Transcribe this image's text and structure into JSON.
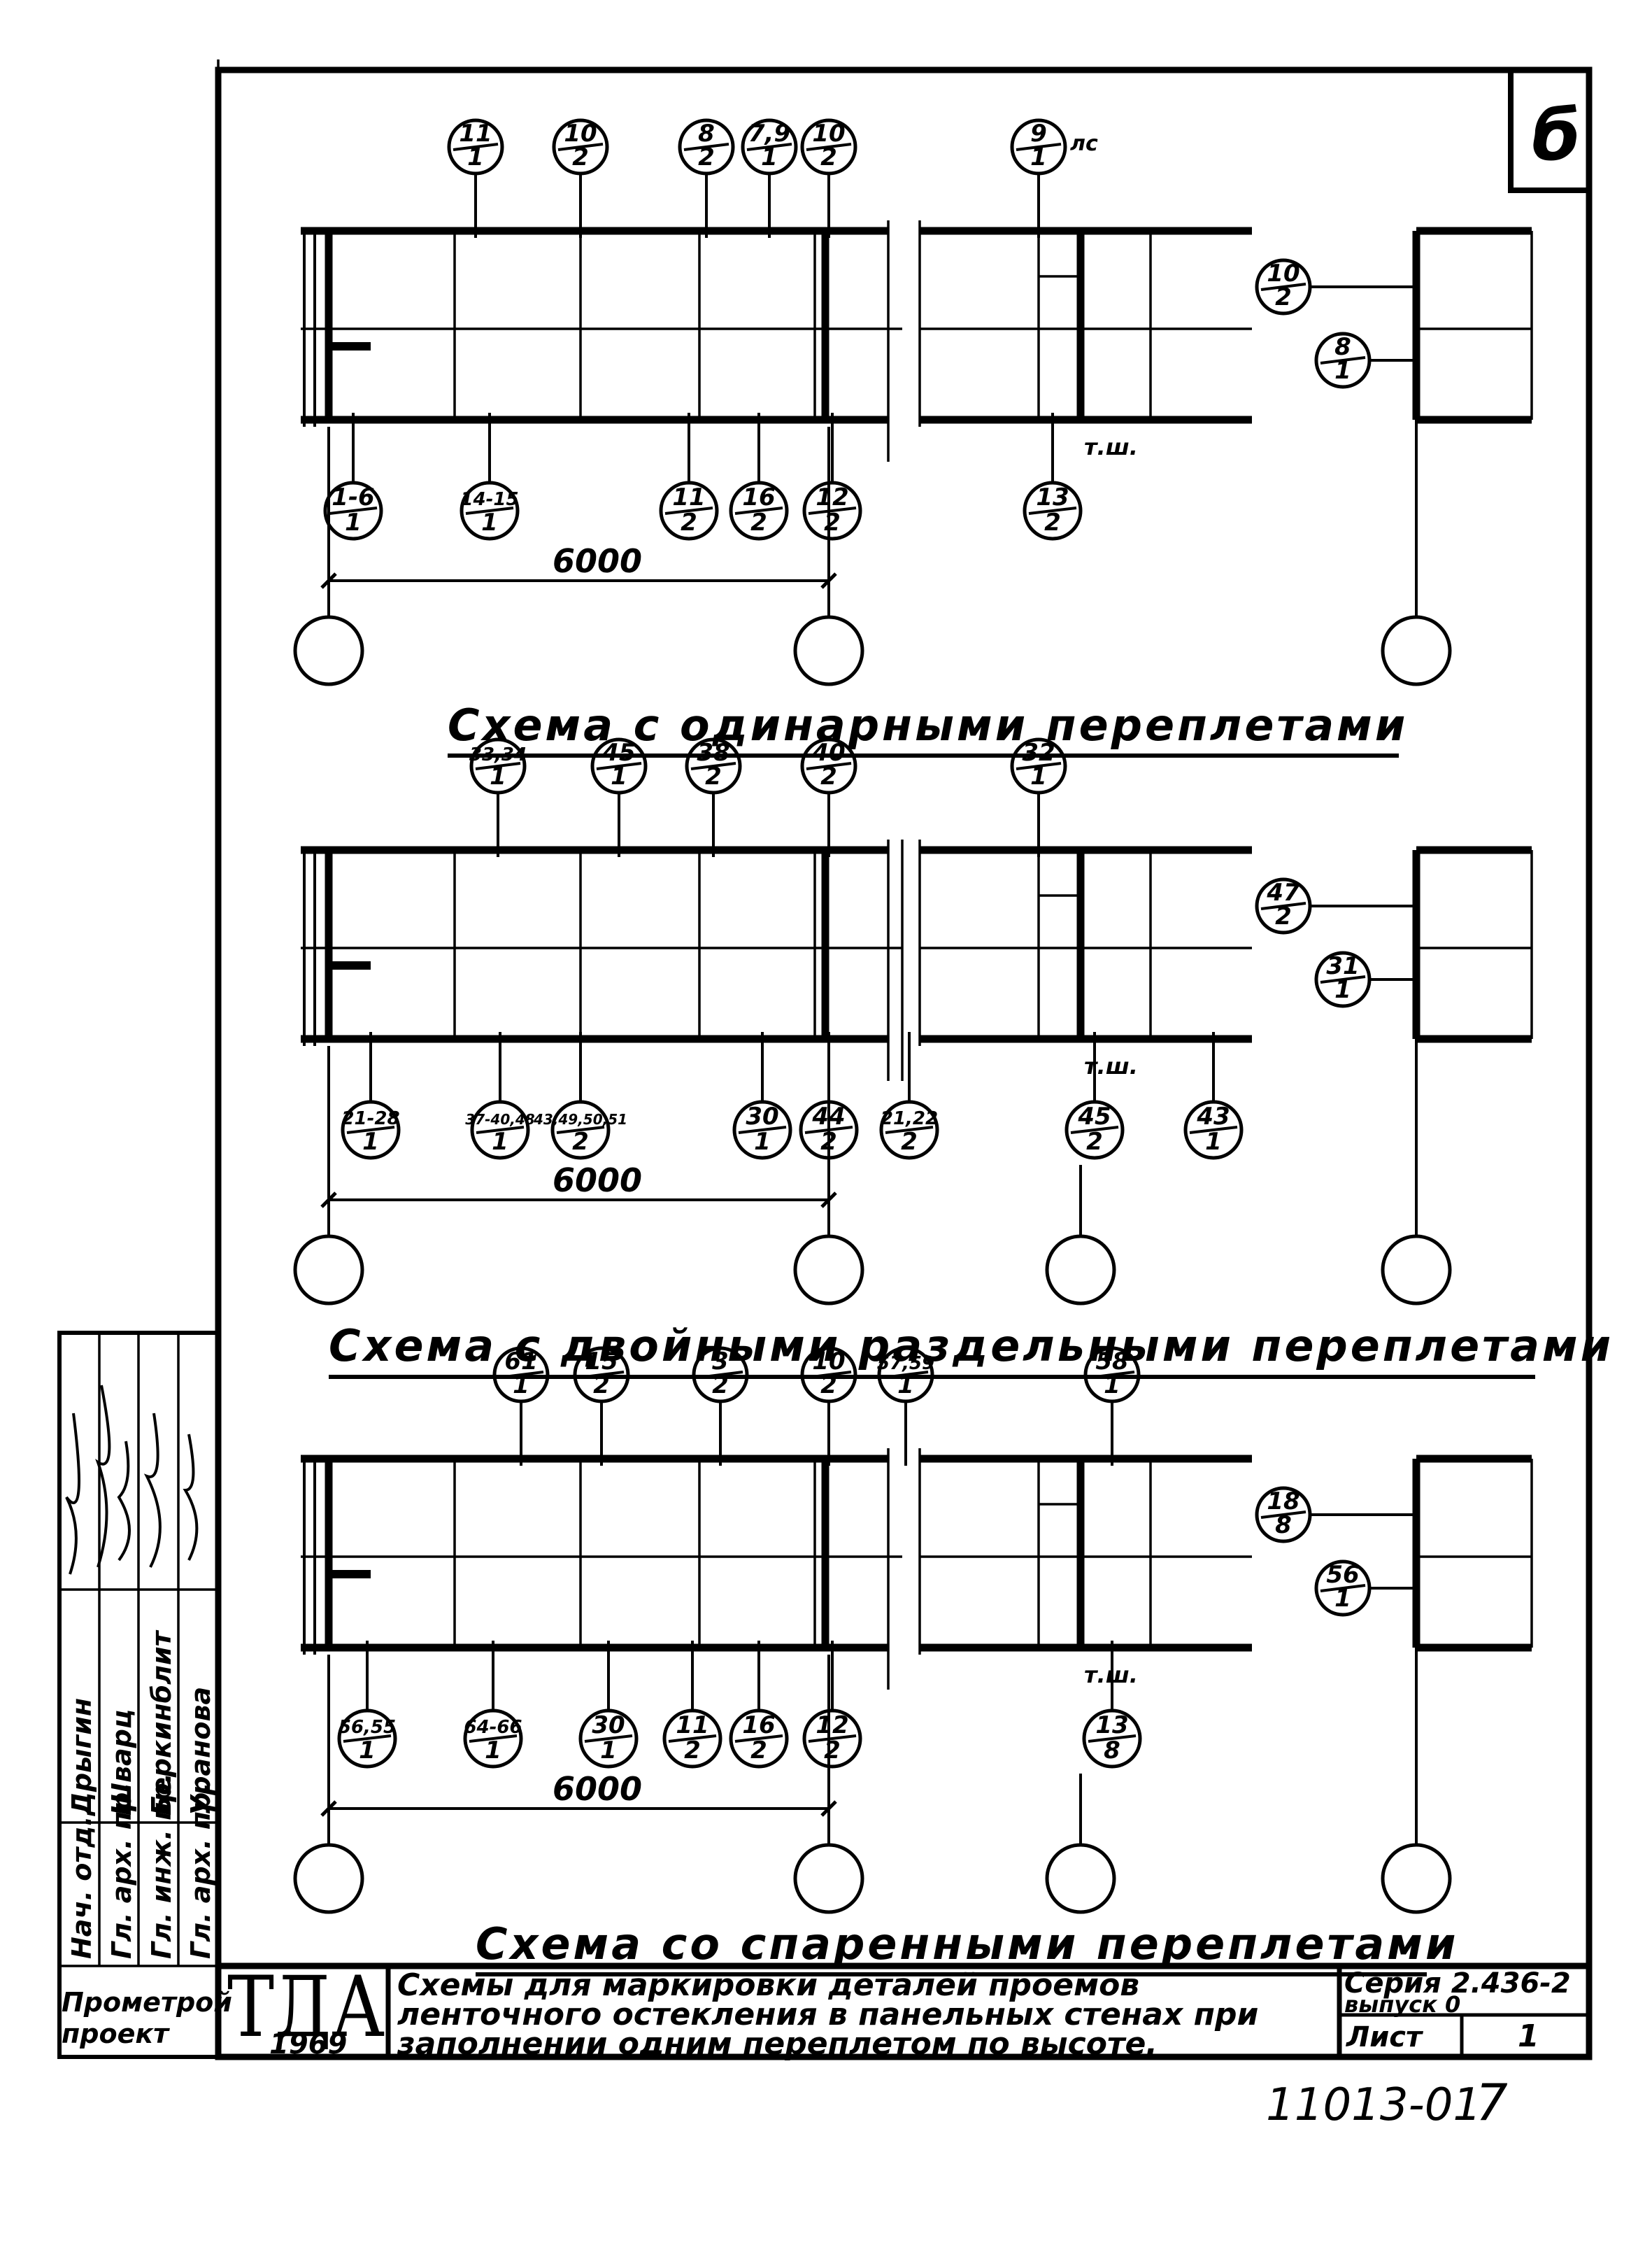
{
  "sheet_letter": "б",
  "dimension_label": "6000",
  "schemes": [
    {
      "title": "Схема с одинарными переплетами",
      "top_marks": [
        [
          "11",
          "1"
        ],
        [
          "10",
          "2"
        ],
        [
          "8",
          "2"
        ],
        [
          "7,9",
          "1"
        ],
        [
          "10",
          "2"
        ],
        [
          "9",
          "1"
        ]
      ],
      "top_extra": "лс",
      "bottom_marks": [
        [
          "1-6",
          "1"
        ],
        [
          "14-15",
          "1"
        ],
        [
          "11",
          "2"
        ],
        [
          "16",
          "2"
        ],
        [
          "12",
          "2"
        ],
        [
          "13",
          "2"
        ]
      ],
      "side_marks": [
        [
          "10",
          "2"
        ],
        [
          "8",
          "1"
        ]
      ],
      "joint_label": "т.ш."
    },
    {
      "title": "Схема с двойными раздельными переплетами",
      "top_marks": [
        [
          "33,34",
          "1"
        ],
        [
          "45",
          "1"
        ],
        [
          "38",
          "2"
        ],
        [
          "40",
          "2"
        ],
        [
          "32",
          "1"
        ]
      ],
      "top_extra": "",
      "bottom_marks": [
        [
          "21-28",
          "1"
        ],
        [
          "37-40,48",
          "1"
        ],
        [
          "43,49,50,51",
          "2"
        ],
        [
          "30",
          "1"
        ],
        [
          "44",
          "2"
        ],
        [
          "21,22",
          "2"
        ],
        [
          "45",
          "2"
        ],
        [
          "43",
          "1"
        ]
      ],
      "side_marks": [
        [
          "47",
          "2"
        ],
        [
          "31",
          "1"
        ]
      ],
      "joint_label": "т.ш."
    },
    {
      "title": "Схема со спаренными переплетами",
      "top_marks": [
        [
          "61",
          "1"
        ],
        [
          "15",
          "2"
        ],
        [
          "3",
          "2"
        ],
        [
          "10",
          "2"
        ],
        [
          "57,59",
          "1"
        ],
        [
          "58",
          "1"
        ]
      ],
      "top_extra": "",
      "bottom_marks": [
        [
          "56,55",
          "1"
        ],
        [
          "64-66",
          "1"
        ],
        [
          "30",
          "1"
        ],
        [
          "11",
          "2"
        ],
        [
          "16",
          "2"
        ],
        [
          "12",
          "2"
        ],
        [
          "13",
          "8"
        ]
      ],
      "side_marks": [
        [
          "18",
          "8"
        ],
        [
          "56",
          "1"
        ]
      ],
      "joint_label": "т.ш."
    }
  ],
  "stamp": {
    "roles": [
      "Нач. отд.",
      "Гл. арх. пр.",
      "Гл. инж. пр.",
      "Гл. арх. пр."
    ],
    "names": [
      "Дрыгин",
      "Шварц",
      "Беркинблит",
      "Уранова"
    ],
    "org": [
      "Прометрой",
      "проект"
    ],
    "logo": "ТДА",
    "year": "1969",
    "description": [
      "Схемы для маркировки деталей проемов",
      "ленточного остекления в панельных стенах при",
      "заполнении одним переплетом по высоте."
    ],
    "series": "Серия 2.436-2",
    "issue": "выпуск 0",
    "sheet_label": "Лист",
    "sheet_number": "1"
  },
  "doc_number": "11013-01",
  "page_number": "7"
}
